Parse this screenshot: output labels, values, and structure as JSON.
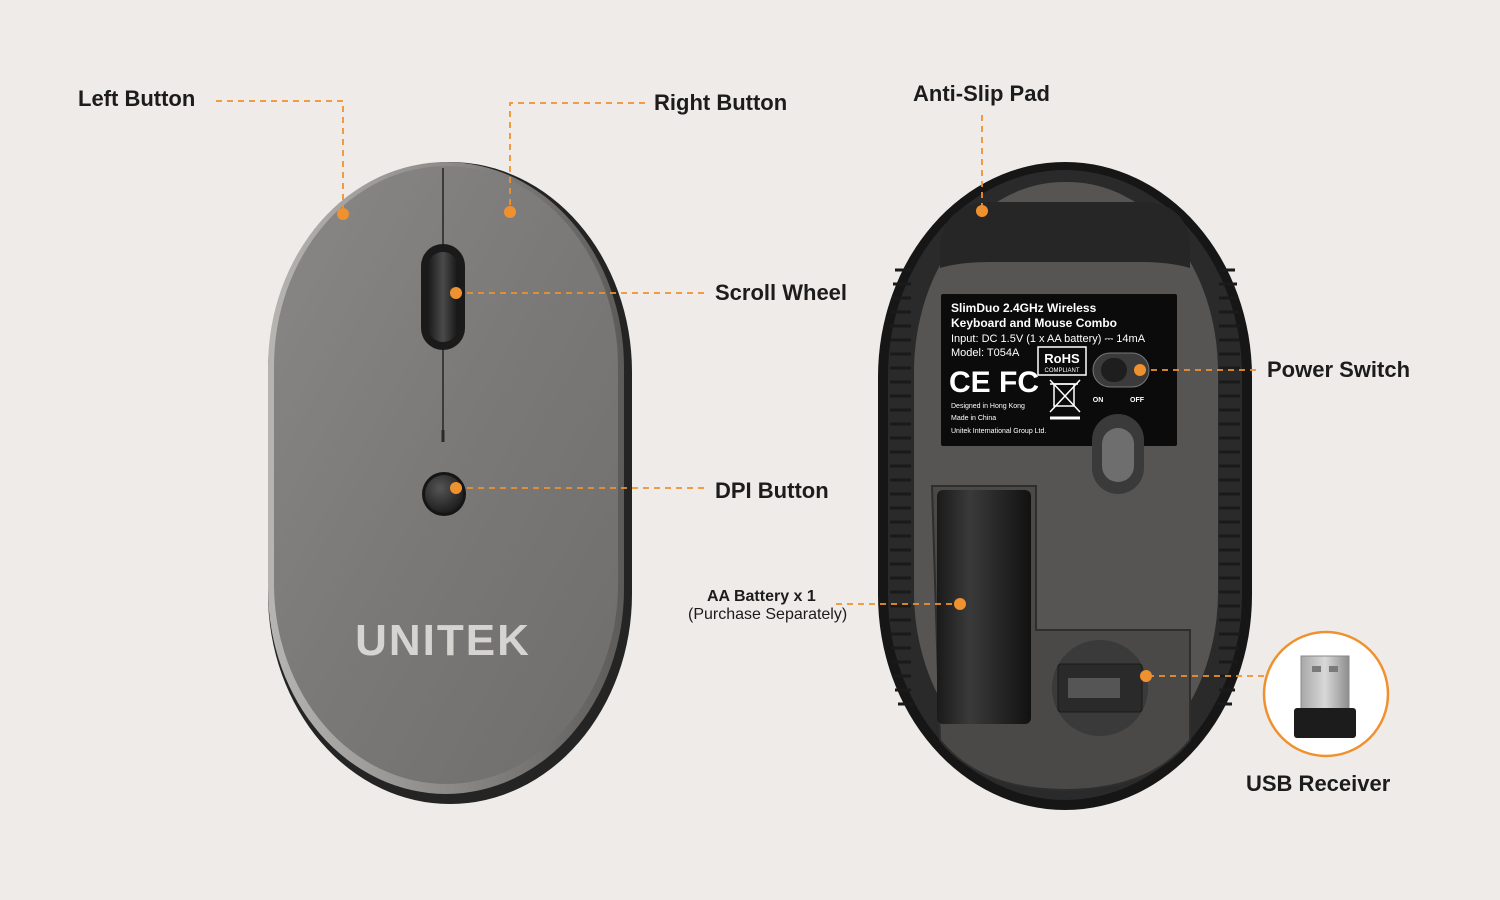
{
  "callouts": {
    "left_button": "Left Button",
    "right_button": "Right Button",
    "scroll_wheel": "Scroll Wheel",
    "dpi_button": "DPI Button",
    "anti_slip_pad": "Anti-Slip Pad",
    "power_switch": "Power Switch",
    "battery": "AA Battery x 1",
    "battery_note": "(Purchase Separately)",
    "usb_receiver": "USB Receiver"
  },
  "brand": {
    "logo_text": "UNITEK"
  },
  "sticker": {
    "line1": "SlimDuo 2.4GHz Wireless",
    "line2": "Keyboard and Mouse Combo",
    "line3": "Input: DC 1.5V (1 x AA battery) ⎓ 14mA",
    "line4": "Model: T054A",
    "rohs": "RoHS",
    "rohs_sub": "COMPLIANT",
    "ce_fcc": "CE FC",
    "switch_on": "ON",
    "switch_off": "OFF",
    "designed": "Designed in Hong Kong",
    "made": "Made in China",
    "company": "Unitek International Group Ltd."
  },
  "colors": {
    "background": "#efebe8",
    "accent": "#f0912f",
    "mouse_top": "#7d7b79",
    "mouse_bottom": "#2a2a2a"
  }
}
